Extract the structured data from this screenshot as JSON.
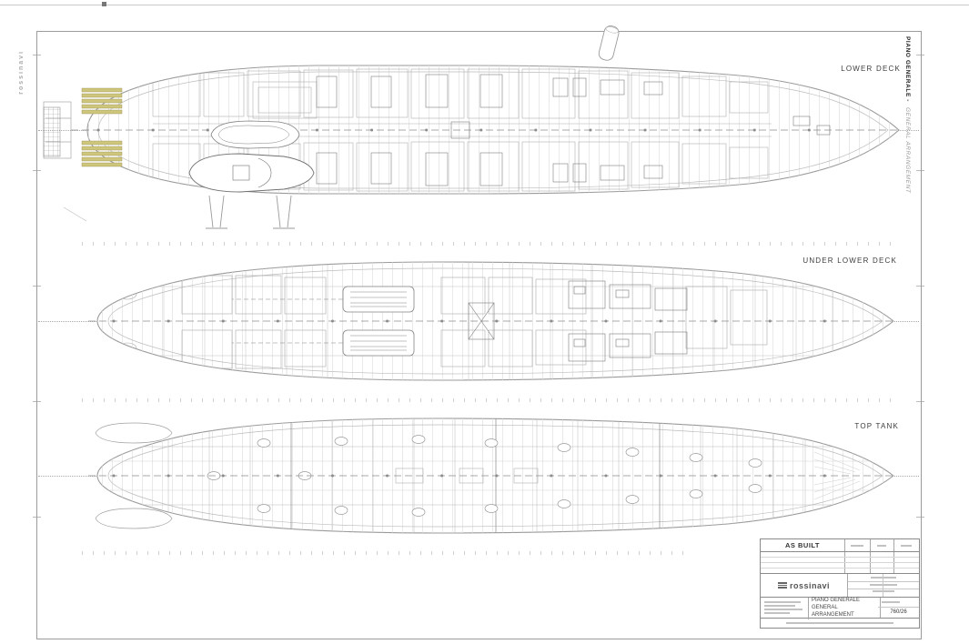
{
  "sheet": {
    "margin_logo": "rossinavi",
    "side_title": {
      "bold": "PIANO GENERALE -",
      "italic": "GENERAL ARRANGEMENT"
    }
  },
  "views": {
    "lower_deck": {
      "label": "LOWER DECK"
    },
    "under_lower_deck": {
      "label": "UNDER LOWER DECK"
    },
    "top_tank": {
      "label": "TOP TANK"
    }
  },
  "title_block": {
    "status": "AS BUILT",
    "logo": "rossinavi",
    "drawing_title_line1": "PIANO GENERALE",
    "drawing_title_line2": "GENERAL ARRANGEMENT",
    "drawing_number": "760/26"
  },
  "colors": {
    "line_gray": "#9a9a9a",
    "stair_accent": "#cdc67c",
    "frame_border": "#9b9b9b"
  }
}
